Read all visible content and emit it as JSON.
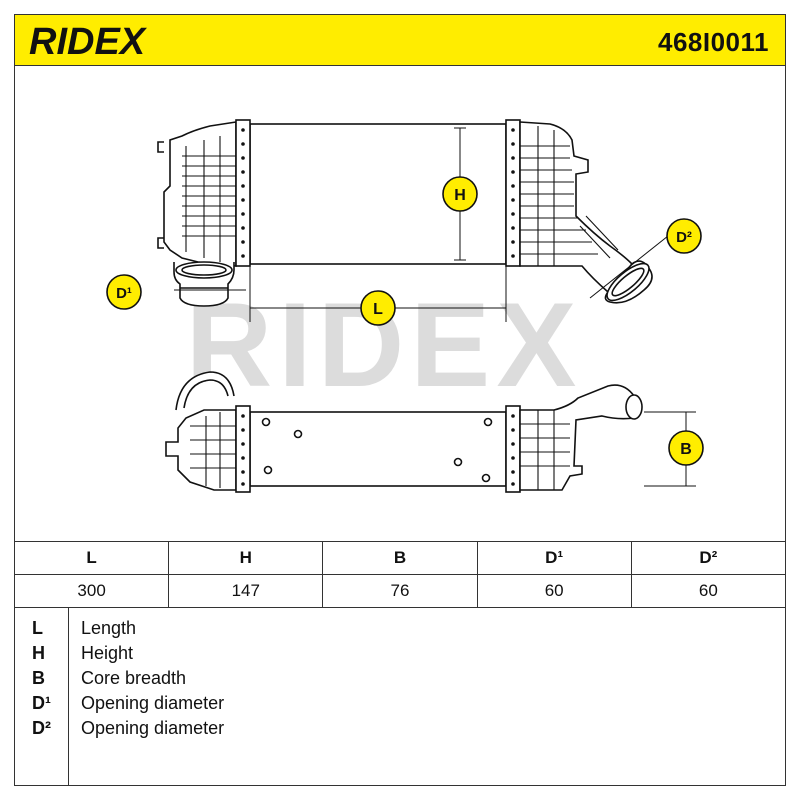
{
  "header": {
    "brand": "RIDEX",
    "part_number": "468I0011"
  },
  "drawing": {
    "watermark": "RIDEX",
    "dimension_labels": {
      "H": "H",
      "L": "L",
      "B": "B",
      "D1": "D¹",
      "D2": "D²"
    }
  },
  "specs": {
    "headers": [
      "L",
      "H",
      "B",
      "D¹",
      "D²"
    ],
    "values": [
      "300",
      "147",
      "76",
      "60",
      "60"
    ]
  },
  "legend": [
    {
      "symbol": "L",
      "description": "Length"
    },
    {
      "symbol": "H",
      "description": "Height"
    },
    {
      "symbol": "B",
      "description": "Core breadth"
    },
    {
      "symbol": "D¹",
      "description": "Opening diameter"
    },
    {
      "symbol": "D²",
      "description": "Opening diameter"
    }
  ],
  "colors": {
    "accent": "#ffed00",
    "watermark": "#dcdcdc",
    "badge": "#ffed00",
    "line": "#111111"
  }
}
